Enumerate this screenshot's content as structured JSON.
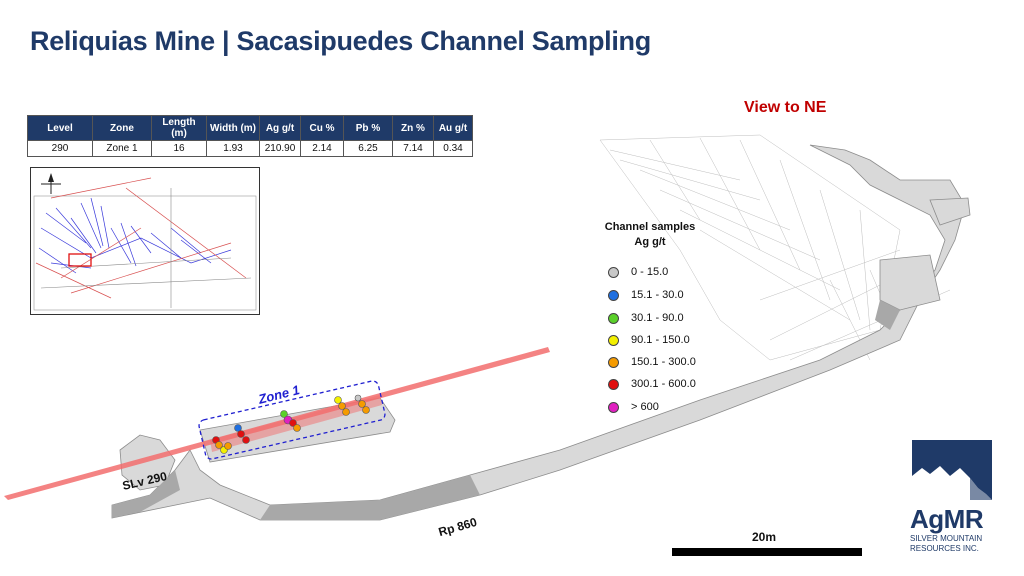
{
  "title": "Reliquias Mine | Sacasipuedes Channel Sampling",
  "view_label": "View to NE",
  "table": {
    "headers": [
      "Level",
      "Zone",
      "Length (m)",
      "Width (m)",
      "Ag g/t",
      "Cu %",
      "Pb %",
      "Zn %",
      "Au g/t"
    ],
    "rows": [
      [
        "290",
        "Zone 1",
        "16",
        "1.93",
        "210.90",
        "2.14",
        "6.25",
        "7.14",
        "0.34"
      ]
    ]
  },
  "legend": {
    "title_line1": "Channel samples",
    "title_line2": "Ag g/t",
    "items": [
      {
        "label": "0 - 15.0",
        "color": "#c8c8c8"
      },
      {
        "label": "15.1 - 30.0",
        "color": "#1f6fe0"
      },
      {
        "label": "30.1 - 90.0",
        "color": "#5ad02a"
      },
      {
        "label": "90.1 - 150.0",
        "color": "#f3f000"
      },
      {
        "label": "150.1 - 300.0",
        "color": "#f59b00"
      },
      {
        "label": "300.1 - 600.0",
        "color": "#e01010"
      },
      {
        "label": "> 600",
        "color": "#e020c0"
      }
    ]
  },
  "zone_label": "Zone 1",
  "tunnel_labels": {
    "slv": "SLv 290",
    "rp": "Rp 860"
  },
  "scale": {
    "label": "20m"
  },
  "logo": {
    "name": "AgMR",
    "sub_line1": "SILVER MOUNTAIN",
    "sub_line2": "RESOURCES INC."
  },
  "colors": {
    "title": "#1f3a68",
    "view": "#c00000",
    "vein": "#f26d6d",
    "zone_box": "#1f1fd0"
  }
}
